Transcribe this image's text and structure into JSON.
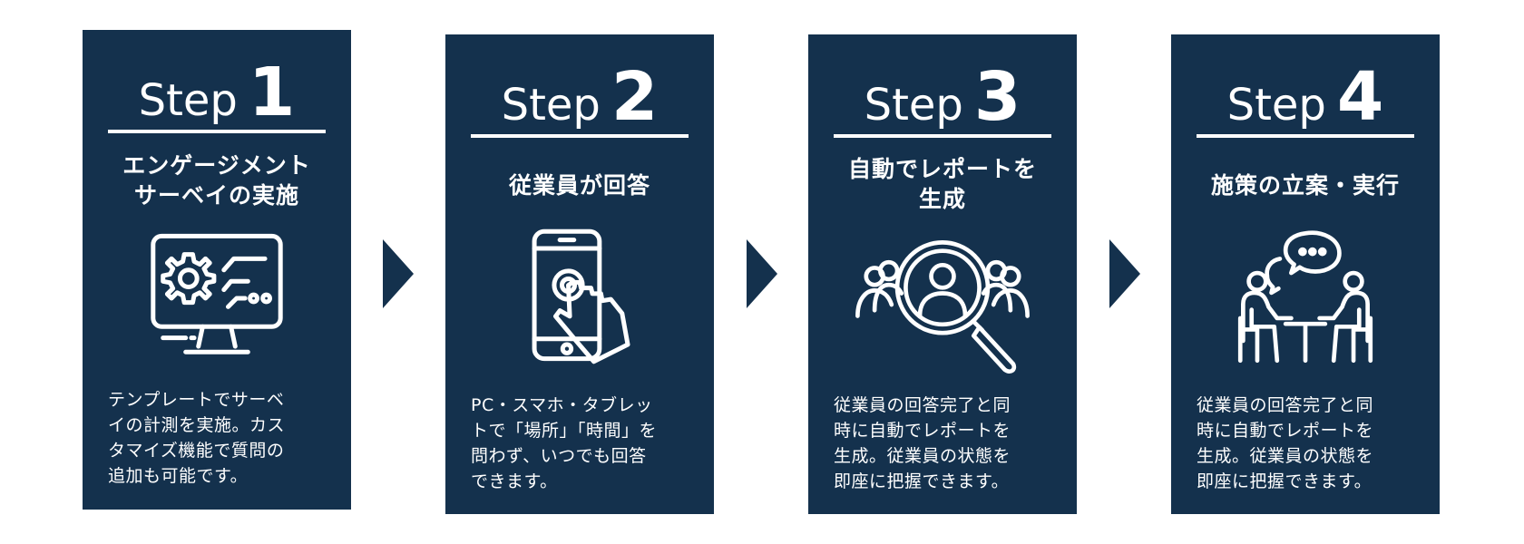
{
  "colors": {
    "card_bg": "#14314d",
    "foreground": "#ffffff",
    "arrow": "#14314d"
  },
  "steps": [
    {
      "word": "Step",
      "number": "1",
      "title_lines": [
        "エンゲージメント",
        "サーベイの実施"
      ],
      "icon": "monitor-gear-icon",
      "desc_lines": [
        "テンプレートでサーベ",
        "イの計測を実施。カス",
        "タマイズ機能で質問の",
        "追加も可能です。"
      ]
    },
    {
      "word": "Step",
      "number": "2",
      "title_lines": [
        "従業員が回答"
      ],
      "icon": "smartphone-tap-icon",
      "desc_lines": [
        "PC・スマホ・タブレッ",
        "トで「場所」「時間」を",
        "問わず、いつでも回答",
        "できます。"
      ]
    },
    {
      "word": "Step",
      "number": "3",
      "title_lines": [
        "自動でレポートを",
        "生成"
      ],
      "icon": "magnifier-people-icon",
      "desc_lines": [
        "従業員の回答完了と同",
        "時に自動でレポートを",
        "生成。従業員の状態を",
        "即座に把握できます。"
      ]
    },
    {
      "word": "Step",
      "number": "4",
      "title_lines": [
        "施策の立案・実行"
      ],
      "icon": "meeting-chat-icon",
      "desc_lines": [
        "従業員の回答完了と同",
        "時に自動でレポートを",
        "生成。従業員の状態を",
        "即座に把握できます。"
      ]
    }
  ]
}
